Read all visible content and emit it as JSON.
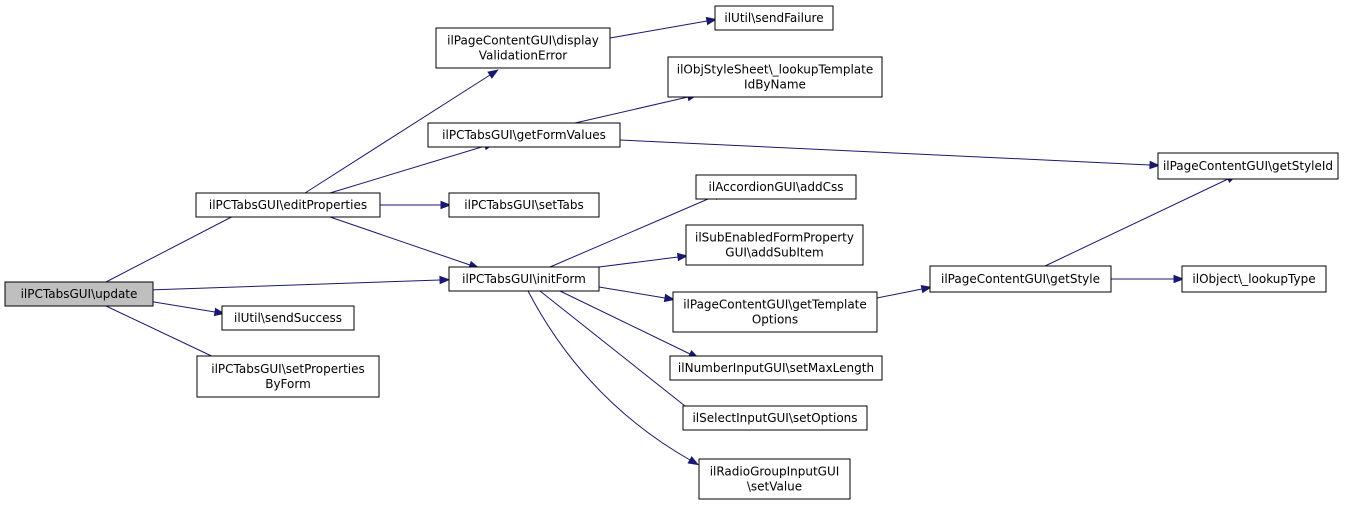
{
  "colors": {
    "edge": "#191970",
    "node_fill": "#ffffff",
    "root_fill": "#bfbfbf",
    "node_border": "#000000"
  },
  "nodes": [
    {
      "id": "update",
      "lines": [
        "ilPCTabsGUI\\update"
      ],
      "root": true
    },
    {
      "id": "editProperties",
      "lines": [
        "ilPCTabsGUI\\editProperties"
      ]
    },
    {
      "id": "displayValidationError",
      "lines": [
        "ilPageContentGUI\\display",
        "ValidationError"
      ]
    },
    {
      "id": "sendFailure",
      "lines": [
        "ilUtil\\sendFailure"
      ]
    },
    {
      "id": "lookupTemplateIdByName",
      "lines": [
        "ilObjStyleSheet\\_lookupTemplate",
        "IdByName"
      ]
    },
    {
      "id": "getFormValues",
      "lines": [
        "ilPCTabsGUI\\getFormValues"
      ]
    },
    {
      "id": "getStyleId",
      "lines": [
        "ilPageContentGUI\\getStyleId"
      ]
    },
    {
      "id": "setTabs",
      "lines": [
        "ilPCTabsGUI\\setTabs"
      ]
    },
    {
      "id": "initForm",
      "lines": [
        "ilPCTabsGUI\\initForm"
      ]
    },
    {
      "id": "addCss",
      "lines": [
        "ilAccordionGUI\\addCss"
      ]
    },
    {
      "id": "addSubItem",
      "lines": [
        "ilSubEnabledFormProperty",
        "GUI\\addSubItem"
      ]
    },
    {
      "id": "getTemplateOptions",
      "lines": [
        "ilPageContentGUI\\getTemplate",
        "Options"
      ]
    },
    {
      "id": "getStyle",
      "lines": [
        "ilPageContentGUI\\getStyle"
      ]
    },
    {
      "id": "lookupType",
      "lines": [
        "ilObject\\_lookupType"
      ]
    },
    {
      "id": "setMaxLength",
      "lines": [
        "ilNumberInputGUI\\setMaxLength"
      ]
    },
    {
      "id": "setOptions",
      "lines": [
        "ilSelectInputGUI\\setOptions"
      ]
    },
    {
      "id": "setValue",
      "lines": [
        "ilRadioGroupInputGUI",
        "\\setValue"
      ]
    },
    {
      "id": "sendSuccess",
      "lines": [
        "ilUtil\\sendSuccess"
      ]
    },
    {
      "id": "setPropertiesByForm",
      "lines": [
        "ilPCTabsGUI\\setProperties",
        "ByForm"
      ]
    }
  ],
  "edges": [
    {
      "from": "update",
      "to": "editProperties"
    },
    {
      "from": "update",
      "to": "initForm"
    },
    {
      "from": "update",
      "to": "sendSuccess"
    },
    {
      "from": "update",
      "to": "setPropertiesByForm"
    },
    {
      "from": "editProperties",
      "to": "displayValidationError"
    },
    {
      "from": "editProperties",
      "to": "getFormValues"
    },
    {
      "from": "editProperties",
      "to": "setTabs"
    },
    {
      "from": "editProperties",
      "to": "initForm"
    },
    {
      "from": "displayValidationError",
      "to": "sendFailure"
    },
    {
      "from": "getFormValues",
      "to": "lookupTemplateIdByName"
    },
    {
      "from": "getFormValues",
      "to": "getStyleId"
    },
    {
      "from": "initForm",
      "to": "addCss"
    },
    {
      "from": "initForm",
      "to": "addSubItem"
    },
    {
      "from": "initForm",
      "to": "getTemplateOptions"
    },
    {
      "from": "initForm",
      "to": "setMaxLength"
    },
    {
      "from": "initForm",
      "to": "setOptions"
    },
    {
      "from": "initForm",
      "to": "setValue"
    },
    {
      "from": "getTemplateOptions",
      "to": "getStyle"
    },
    {
      "from": "getStyle",
      "to": "getStyleId"
    },
    {
      "from": "getStyle",
      "to": "lookupType"
    }
  ]
}
